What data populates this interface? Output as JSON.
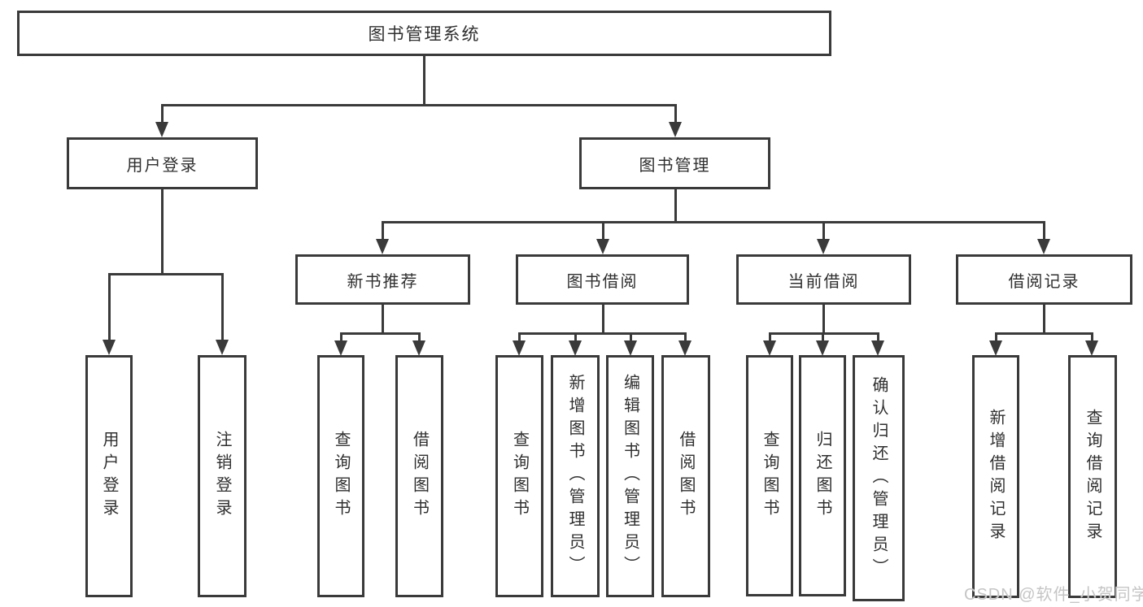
{
  "colors": {
    "line": "#3a3a3a",
    "box_background": "#ffffff",
    "text": "#2f2f2f",
    "watermark": "#c5c5c5"
  },
  "watermark": {
    "text": "CSDN @软件_小贺同学"
  },
  "tree": {
    "label": "图书管理系统",
    "children": [
      {
        "label": "用户登录",
        "children": [
          {
            "label": "用户登录"
          },
          {
            "label": "注销登录"
          }
        ]
      },
      {
        "label": "图书管理",
        "children": [
          {
            "label": "新书推荐",
            "children": [
              {
                "label": "查询图书"
              },
              {
                "label": "借阅图书"
              }
            ]
          },
          {
            "label": "图书借阅",
            "children": [
              {
                "label": "查询图书"
              },
              {
                "label": "新增图书（管理员）"
              },
              {
                "label": "编辑图书（管理员）"
              },
              {
                "label": "借阅图书"
              }
            ]
          },
          {
            "label": "当前借阅",
            "children": [
              {
                "label": "查询图书"
              },
              {
                "label": "归还图书"
              },
              {
                "label": "确认归还（管理员）"
              }
            ]
          },
          {
            "label": "借阅记录",
            "children": [
              {
                "label": "新增借阅记录"
              },
              {
                "label": "查询借阅记录"
              }
            ]
          }
        ]
      }
    ]
  }
}
